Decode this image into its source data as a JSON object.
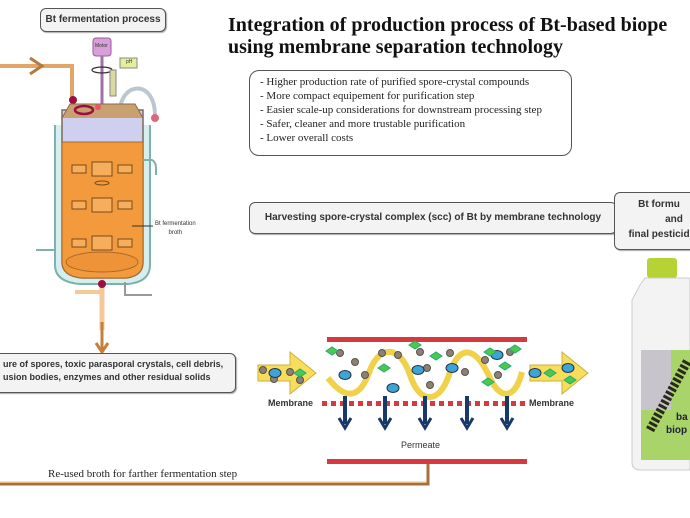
{
  "title": {
    "line1": "Integration of production process of Bt-based biope",
    "line2": "using membrane separation technology"
  },
  "fermentation": {
    "box_label": "Bt fermentation process",
    "motor_label": "Motor",
    "ph_label": "pH",
    "broth_label_line1": "Bt fermentation",
    "broth_label_line2": "broth"
  },
  "benefits": [
    "- Higher production rate of purified spore-crystal compounds",
    "- More compact equipement for purification step",
    "- Easier scale-up considerations for downstream processing step",
    "- Safer, cleaner and more trustable purification",
    "- Lower overall costs"
  ],
  "mixture": {
    "line1": "ure of spores, toxic parasporal crystals, cell debris,",
    "line2": "usion bodies, enzymes and other residual solids"
  },
  "harvesting": {
    "label": "Harvesting spore-crystal complex (scc) of Bt by membrane technology"
  },
  "formulation": {
    "line1": "Bt formu",
    "line2": "and",
    "line3": "final pesticid",
    "bottle_text_line1": "ba",
    "bottle_text_line2": "biop"
  },
  "membrane": {
    "left_label": "Membrane",
    "right_label": "Membrane",
    "permeate_label": "Permeate"
  },
  "recycle": {
    "label": "Re-used broth for farther fermentation step"
  },
  "colors": {
    "broth": "#f39a3c",
    "pipe": "#f5c89a",
    "membrane_red": "#d8393f",
    "permeate_arrow": "#173a6b",
    "flow_arrow": "#f7dd5a",
    "particle_blue": "#3ea3d6",
    "particle_green": "#4cc94a",
    "particle_grey": "#8e8078",
    "cap_green": "#b5d334"
  }
}
